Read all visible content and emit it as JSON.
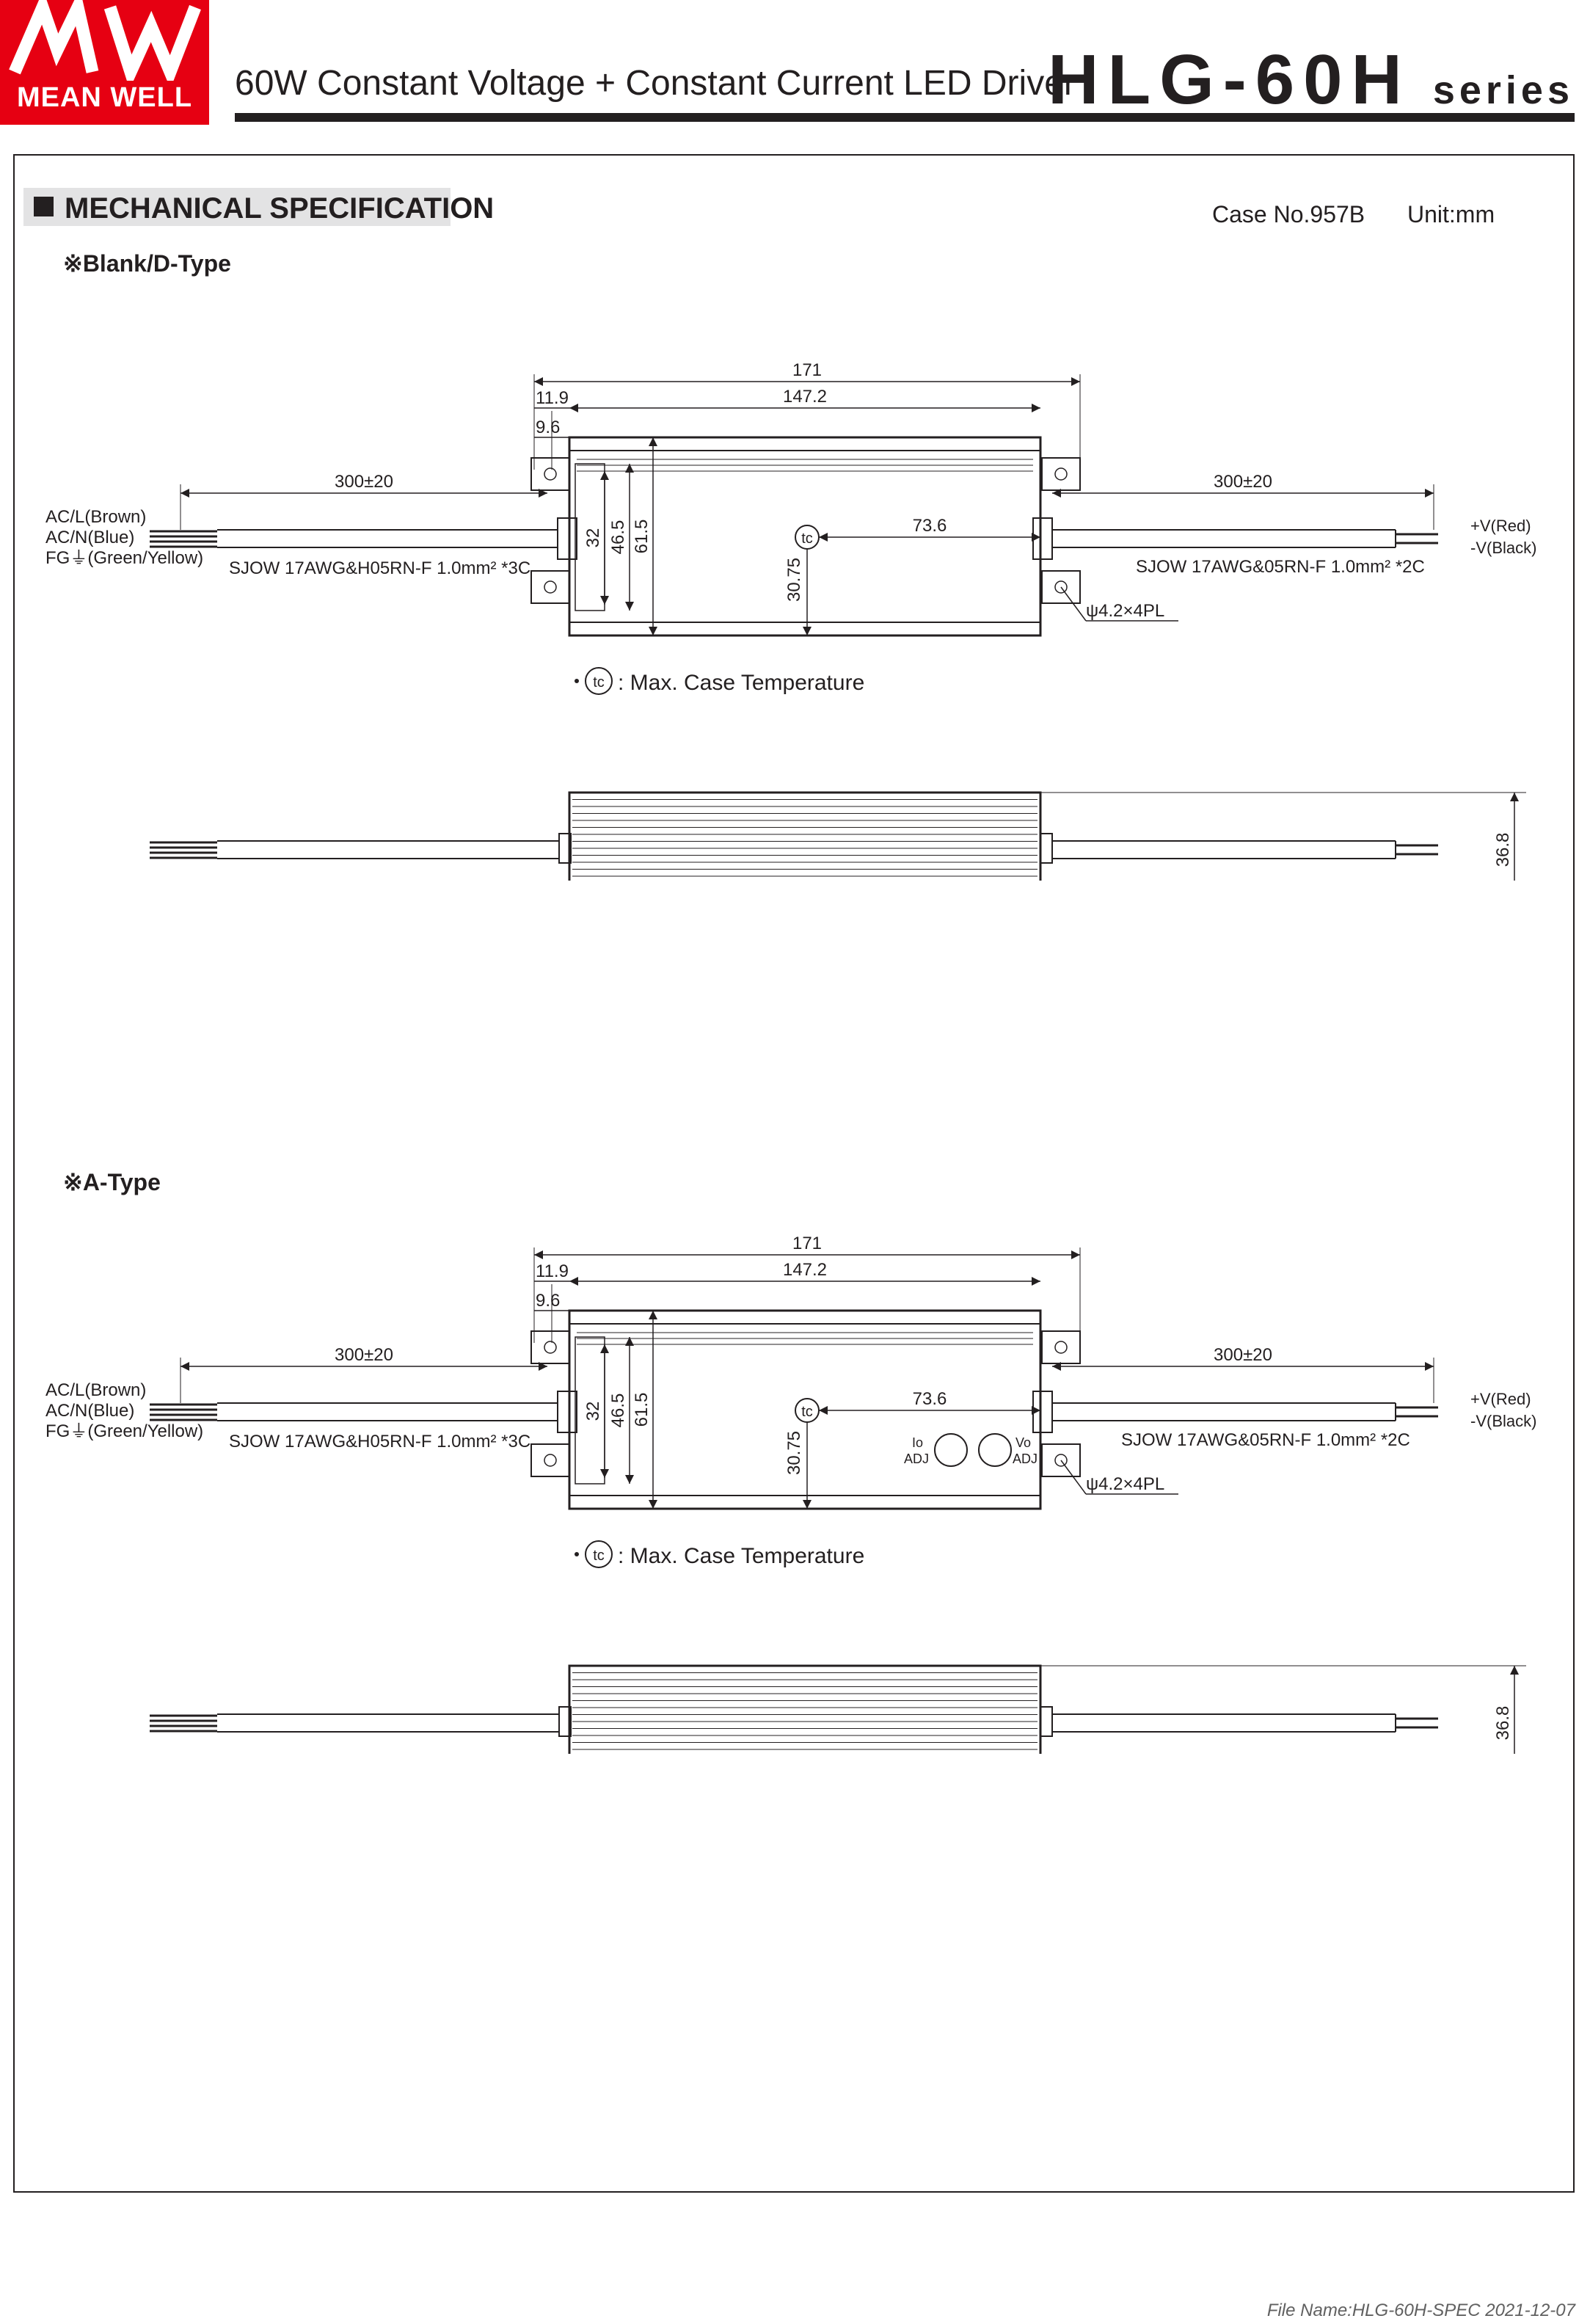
{
  "header": {
    "logo_text": "MEAN WELL",
    "subtitle": "60W Constant Voltage + Constant Current LED Driver",
    "model": "HLG-60H",
    "series_suffix": "series",
    "brand_color": "#e60012"
  },
  "section": {
    "title": "MECHANICAL SPECIFICATION",
    "case_no": "Case No.957B",
    "unit": "Unit:mm"
  },
  "drawings": [
    {
      "label": "※Blank/D-Type",
      "dims": {
        "overall": "171",
        "body": "147.2",
        "offset_a": "11.9",
        "offset_b": "9.6",
        "h32": "32",
        "h46": "46.5",
        "h61": "61.5",
        "tc_x": "73.6",
        "tc_y": "30.75",
        "cable_left": "300±20",
        "cable_right": "300±20",
        "height": "36.8"
      },
      "input_wires": [
        "AC/L(Brown)",
        "AC/N(Blue)",
        "FG⏚(Green/Yellow)"
      ],
      "input_cable": "SJOW 17AWG&H05RN-F 1.0mm² *3C",
      "output_wires": [
        "+V(Red)",
        "-V(Black)"
      ],
      "output_cable": "SJOW 17AWG&05RN-F 1.0mm² *2C",
      "holes": "ψ4.2×4PL",
      "tc_symbol": "tc",
      "tc_legend": ": Max. Case Temperature",
      "adjusters": []
    },
    {
      "label": "※A-Type",
      "dims": {
        "overall": "171",
        "body": "147.2",
        "offset_a": "11.9",
        "offset_b": "9.6",
        "h32": "32",
        "h46": "46.5",
        "h61": "61.5",
        "tc_x": "73.6",
        "tc_y": "30.75",
        "cable_left": "300±20",
        "cable_right": "300±20",
        "height": "36.8"
      },
      "input_wires": [
        "AC/L(Brown)",
        "AC/N(Blue)",
        "FG⏚(Green/Yellow)"
      ],
      "input_cable": "SJOW 17AWG&H05RN-F 1.0mm² *3C",
      "output_wires": [
        "+V(Red)",
        "-V(Black)"
      ],
      "output_cable": "SJOW 17AWG&05RN-F 1.0mm² *2C",
      "holes": "ψ4.2×4PL",
      "tc_symbol": "tc",
      "tc_legend": ": Max. Case Temperature",
      "adjusters": [
        {
          "line1": "Io",
          "line2": "ADJ"
        },
        {
          "line1": "Vo",
          "line2": "ADJ"
        }
      ]
    }
  ],
  "footer": {
    "file_name": "File Name:HLG-60H-SPEC   2021-12-07"
  }
}
